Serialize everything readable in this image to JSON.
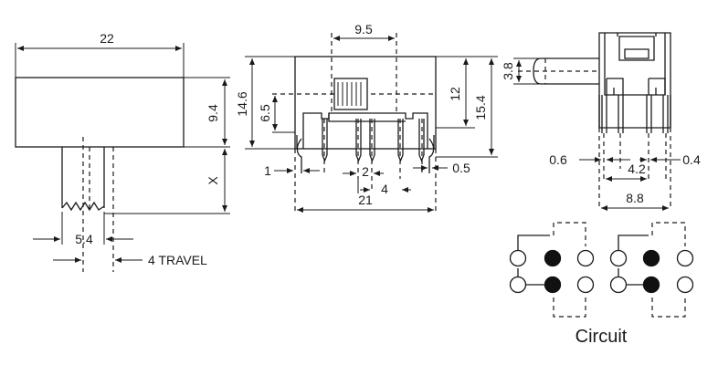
{
  "side_view": {
    "dims": {
      "length": "22",
      "height": "9.4",
      "actuator": "X",
      "actuator_width": "5.4"
    },
    "travel_label": "4 TRAVEL"
  },
  "front_view": {
    "dims": {
      "slot_width": "9.5",
      "overall_height": "14.6",
      "mid_height": "6.5",
      "body_height": "12",
      "full_height": "15.4",
      "pin_thickness": "1",
      "pitch_small": "2",
      "pitch_large": "4",
      "pin_width": "0.5",
      "overall_width": "21"
    }
  },
  "end_view": {
    "dims": {
      "actuator_dia": "3.8",
      "pin_a": "0.6",
      "pin_b": "0.4",
      "row_spacing": "4.2",
      "overall_depth": "8.8"
    }
  },
  "circuit": {
    "caption": "Circuit",
    "contacts": [
      {
        "row": 0,
        "col": 0,
        "filled": false
      },
      {
        "row": 0,
        "col": 1,
        "filled": true
      },
      {
        "row": 0,
        "col": 2,
        "filled": false
      },
      {
        "row": 0,
        "col": 3,
        "filled": false
      },
      {
        "row": 0,
        "col": 4,
        "filled": true
      },
      {
        "row": 0,
        "col": 5,
        "filled": false
      },
      {
        "row": 1,
        "col": 0,
        "filled": false
      },
      {
        "row": 1,
        "col": 1,
        "filled": true
      },
      {
        "row": 1,
        "col": 2,
        "filled": false
      },
      {
        "row": 1,
        "col": 3,
        "filled": false
      },
      {
        "row": 1,
        "col": 4,
        "filled": true
      },
      {
        "row": 1,
        "col": 5,
        "filled": false
      }
    ]
  }
}
